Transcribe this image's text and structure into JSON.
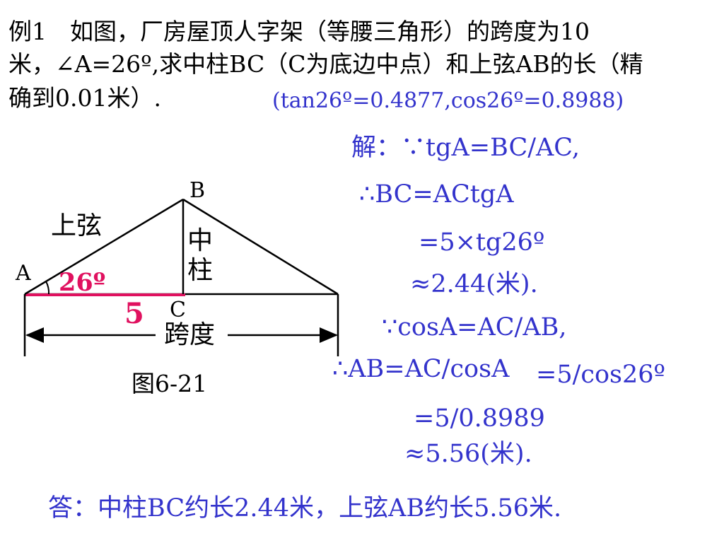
{
  "problem": {
    "line1": "例1　如图，厂房屋顶人字架（等腰三角形）的跨度为10",
    "line2": "米，∠A=26º,求中柱BC（C为底边中点）和上弦AB的长（精",
    "line3": "确到0.01米）.",
    "hint": "(tan26º=0.4877,cos26º=0.8988)"
  },
  "solution": {
    "step1": "解：∵tgA=BC/AC,",
    "step2": "∴BC=ACtgA",
    "step3": "=5×tg26º",
    "step4": "≈2.44(米).",
    "step5": "∵cosA=AC/AB,",
    "step6": "∴AB=AC/cosA",
    "step7": "=5/cos26º",
    "step8": "=5/0.8989",
    "step9": "≈5.56(米)."
  },
  "answer": "答：中柱BC约长2.44米，上弦AB约长5.56米.",
  "figure": {
    "label_a": "A",
    "label_b": "B",
    "label_c": "C",
    "label_upper_chord": "上弦",
    "label_center_post_1": "中",
    "label_center_post_2": "柱",
    "label_angle": "26º",
    "label_half_base": "5",
    "label_span": "跨度",
    "caption": "图6-21"
  },
  "colors": {
    "text": "#000000",
    "solution_blue": "#3333cc",
    "highlight_pink": "#e0115f"
  }
}
